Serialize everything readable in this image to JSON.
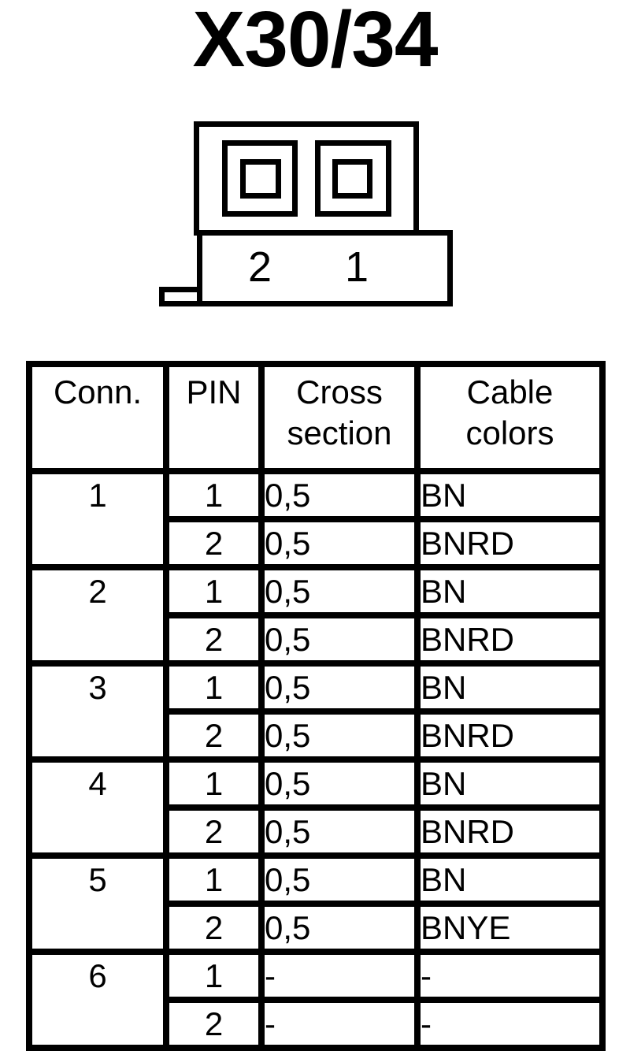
{
  "title": "X30/34",
  "colors": {
    "ink": "#000000",
    "background": "#ffffff"
  },
  "connector": {
    "pin2_label": "2",
    "pin1_label": "1"
  },
  "table": {
    "headers": {
      "conn": "Conn.",
      "pin": "PIN",
      "cross": "Cross\nsection",
      "colors": "Cable\ncolors"
    },
    "groups": [
      {
        "conn": "1",
        "rows": [
          {
            "pin": "1",
            "cross": "0,5",
            "color": "BN"
          },
          {
            "pin": "2",
            "cross": "0,5",
            "color": "BNRD"
          }
        ]
      },
      {
        "conn": "2",
        "rows": [
          {
            "pin": "1",
            "cross": "0,5",
            "color": "BN"
          },
          {
            "pin": "2",
            "cross": "0,5",
            "color": "BNRD"
          }
        ]
      },
      {
        "conn": "3",
        "rows": [
          {
            "pin": "1",
            "cross": "0,5",
            "color": "BN"
          },
          {
            "pin": "2",
            "cross": "0,5",
            "color": "BNRD"
          }
        ]
      },
      {
        "conn": "4",
        "rows": [
          {
            "pin": "1",
            "cross": "0,5",
            "color": "BN"
          },
          {
            "pin": "2",
            "cross": "0,5",
            "color": "BNRD"
          }
        ]
      },
      {
        "conn": "5",
        "rows": [
          {
            "pin": "1",
            "cross": "0,5",
            "color": "BN"
          },
          {
            "pin": "2",
            "cross": "0,5",
            "color": "BNYE"
          }
        ]
      },
      {
        "conn": "6",
        "rows": [
          {
            "pin": "1",
            "cross": "-",
            "color": "-"
          },
          {
            "pin": "2",
            "cross": "-",
            "color": "-"
          }
        ]
      }
    ]
  }
}
